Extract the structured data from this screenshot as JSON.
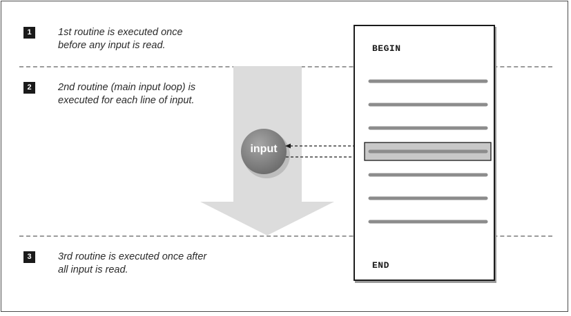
{
  "steps": [
    {
      "number": "1",
      "line1": "1st routine is executed once",
      "line2": "before any input is read."
    },
    {
      "number": "2",
      "line1": "2nd routine (main input loop) is",
      "line2": "executed for each line of input."
    },
    {
      "number": "3",
      "line1": "3rd routine is executed once after",
      "line2": "all input is read."
    }
  ],
  "program": {
    "begin_label": "BEGIN",
    "end_label": "END",
    "input_line_count": 7,
    "highlighted_line": 4
  },
  "input_bubble": {
    "label": "input"
  },
  "colors": {
    "badge": "#1a1a1a",
    "flow_arrow": "#dcdcdc",
    "bubble": "#8a8a8a",
    "program_line": "#8c8c8c",
    "highlight_fill": "#c8c8c8"
  }
}
